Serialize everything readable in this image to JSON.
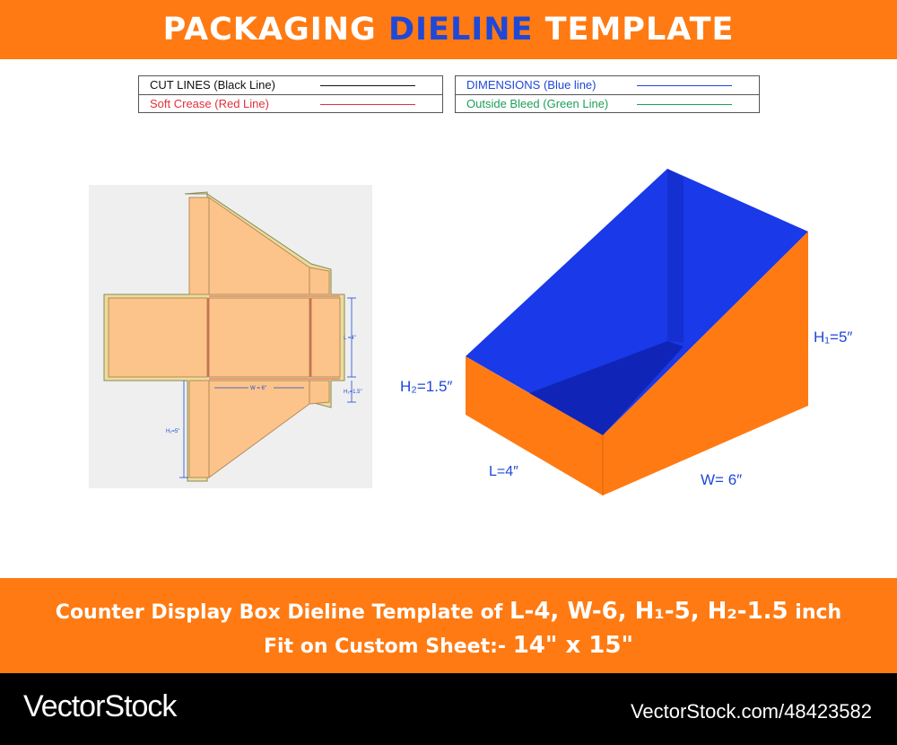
{
  "header": {
    "title_pre": "PACKAGING ",
    "title_accent": "DIELINE",
    "title_post": " TEMPLATE"
  },
  "legend_left": [
    {
      "label": "CUT LINES (Black Line)",
      "color": "#111111"
    },
    {
      "label": "Soft Crease (Red Line)",
      "color": "#e0303a"
    }
  ],
  "legend_right": [
    {
      "label": "DIMENSIONS (Blue line)",
      "color": "#1f48d8"
    },
    {
      "label": "Outside Bleed (Green Line)",
      "color": "#1e9e58"
    }
  ],
  "dieline_labels": {
    "l": "L =4\"",
    "w": "W = 6\"",
    "h1": "H₁=5\"",
    "h2": "H₂=1.5\""
  },
  "box_labels": {
    "h1": "H₁=5″",
    "h2": "H₂=1.5″",
    "l": "L=4″",
    "w": "W= 6″"
  },
  "banner": {
    "line1_text": "Counter Display Box Dieline Template of ",
    "line1_dims": "L-4, W-6, H₁-5, H₂-1.5",
    "line1_unit": " inch",
    "line2_text": "Fit on Custom Sheet:- ",
    "line2_size": "14\" x 15\""
  },
  "footer": {
    "brand": "VectorStock",
    "url": "VectorStock.com/48423582"
  },
  "colors": {
    "orange": "#ff7a12",
    "blue": "#1f48d8",
    "box_blue": "#1a39e8",
    "box_dark_blue": "#1025b8",
    "box_orange": "#ff7a12",
    "dieline_fill": "#fcc48a",
    "dieline_bleed": "#ecdc9c"
  }
}
